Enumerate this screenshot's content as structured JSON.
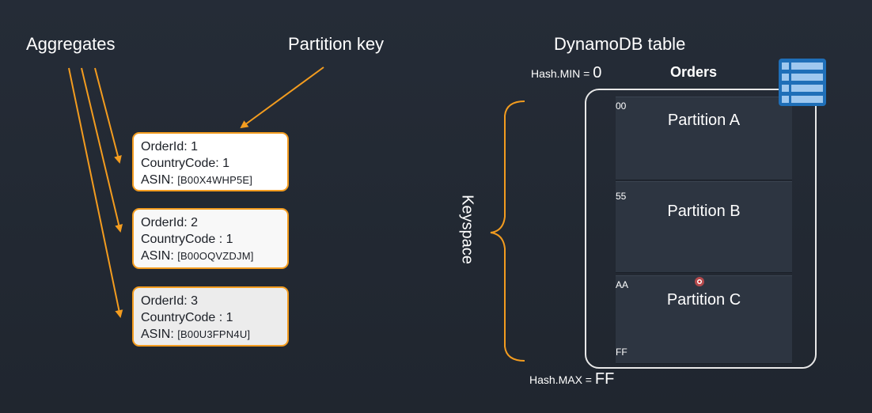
{
  "labels": {
    "aggregates": "Aggregates",
    "partition_key": "Partition key",
    "dynamodb_table": "DynamoDB table",
    "orders": "Orders",
    "keyspace": "Keyspace",
    "hash_min_prefix": "Hash.MIN = ",
    "hash_min_value": "0",
    "hash_max_prefix": "Hash.MAX = ",
    "hash_max_value": "FF"
  },
  "aggregates": [
    {
      "order_id": "OrderId: 1",
      "country_code": "CountryCode: 1",
      "asin_label": "ASIN: ",
      "asin_value": "[B00X4WHP5E]"
    },
    {
      "order_id": "OrderId: 2",
      "country_code": "CountryCode : 1",
      "asin_label": "ASIN: ",
      "asin_value": "[B00OQVZDJM]"
    },
    {
      "order_id": "OrderId: 3",
      "country_code": "CountryCode : 1",
      "asin_label": "ASIN: ",
      "asin_value": "[B00U3FPN4U]"
    }
  ],
  "partitions": [
    {
      "name": "Partition A",
      "start": "00"
    },
    {
      "name": "Partition B",
      "start": "55"
    },
    {
      "name": "Partition C",
      "start": "AA",
      "end": "FF"
    }
  ],
  "colors": {
    "accent": "#f39c1f",
    "background": "#232a35",
    "partition_fill": "#2d3541",
    "table_icon": "#1f6fb8"
  },
  "icons": {
    "table": "dynamodb-table-icon",
    "cursor": "red-cursor-dot-icon"
  }
}
